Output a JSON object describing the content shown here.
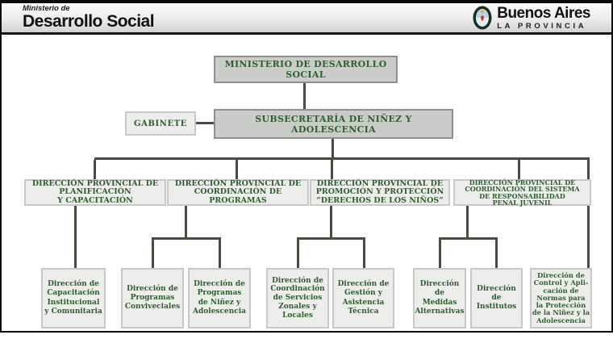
{
  "header": {
    "ministry_small": "Ministerio de",
    "ministry_big": "Desarrollo Social",
    "brand": "Buenos Aires",
    "brand_sub": "LA PROVINCIA",
    "crest_icon": "buenos-aires-provincial-crest"
  },
  "colors": {
    "box_primary_bg": "#c9ccc8",
    "box_primary_border": "#8d908d",
    "box_light_bg": "#ededec",
    "box_light_border": "#c8c8c8",
    "text_green": "#2f5e2f",
    "connector_line": "#4b4a43",
    "header_border": "#0b0b0b"
  },
  "chart": {
    "root": "MINISTERIO DE DESARROLLO SOCIAL",
    "gabinete": "GABINETE",
    "subsecretaria": "SUBSECRETARÍA DE NIÑEZ Y ADOLESCENCIA",
    "direcciones_provinciales": [
      {
        "label": "DIRECCIÓN PROVINCIAL DE\nPLANIFICACIÓN\nY CAPACITACIÓN"
      },
      {
        "label": "DIRECCIÓN PROVINCIAL DE\nCOORDINACIÓN DE\nPROGRAMAS"
      },
      {
        "label": "DIRECCIÓN PROVINCIAL DE\nPROMOCIÓN Y PROTECCIÓN\n“DERECHOS DE LOS NIÑOS”"
      },
      {
        "label": "DIRECCIÓN PROVINCIAL DE\nCOORDINACIÓN DEL SISTEMA\nDE RESPONSABILIDAD\nPENAL JUVENIL"
      }
    ],
    "direcciones": [
      {
        "label": "Dirección de\nCapacitación\nInstitucional\ny Comunitaria"
      },
      {
        "label": "Dirección de\nProgramas\nConviveciales"
      },
      {
        "label": "Dirección de\nProgramas\nde Niñez y\nAdolescencia"
      },
      {
        "label": "Dirección de\nCoordinación\nde Servicios\nZonales y\nLocales"
      },
      {
        "label": "Dirección de\nGestión y\nAsistencia\nTécnica"
      },
      {
        "label": "Dirección\nde\nMedidas\nAlternativas"
      },
      {
        "label": "Dirección\nde\nInstitutos"
      },
      {
        "label": "Dirección de\nControl y Apli-\ncación de\nNormas para\nla Protección\nde la Niñez y la\nAdolescencia"
      }
    ]
  }
}
